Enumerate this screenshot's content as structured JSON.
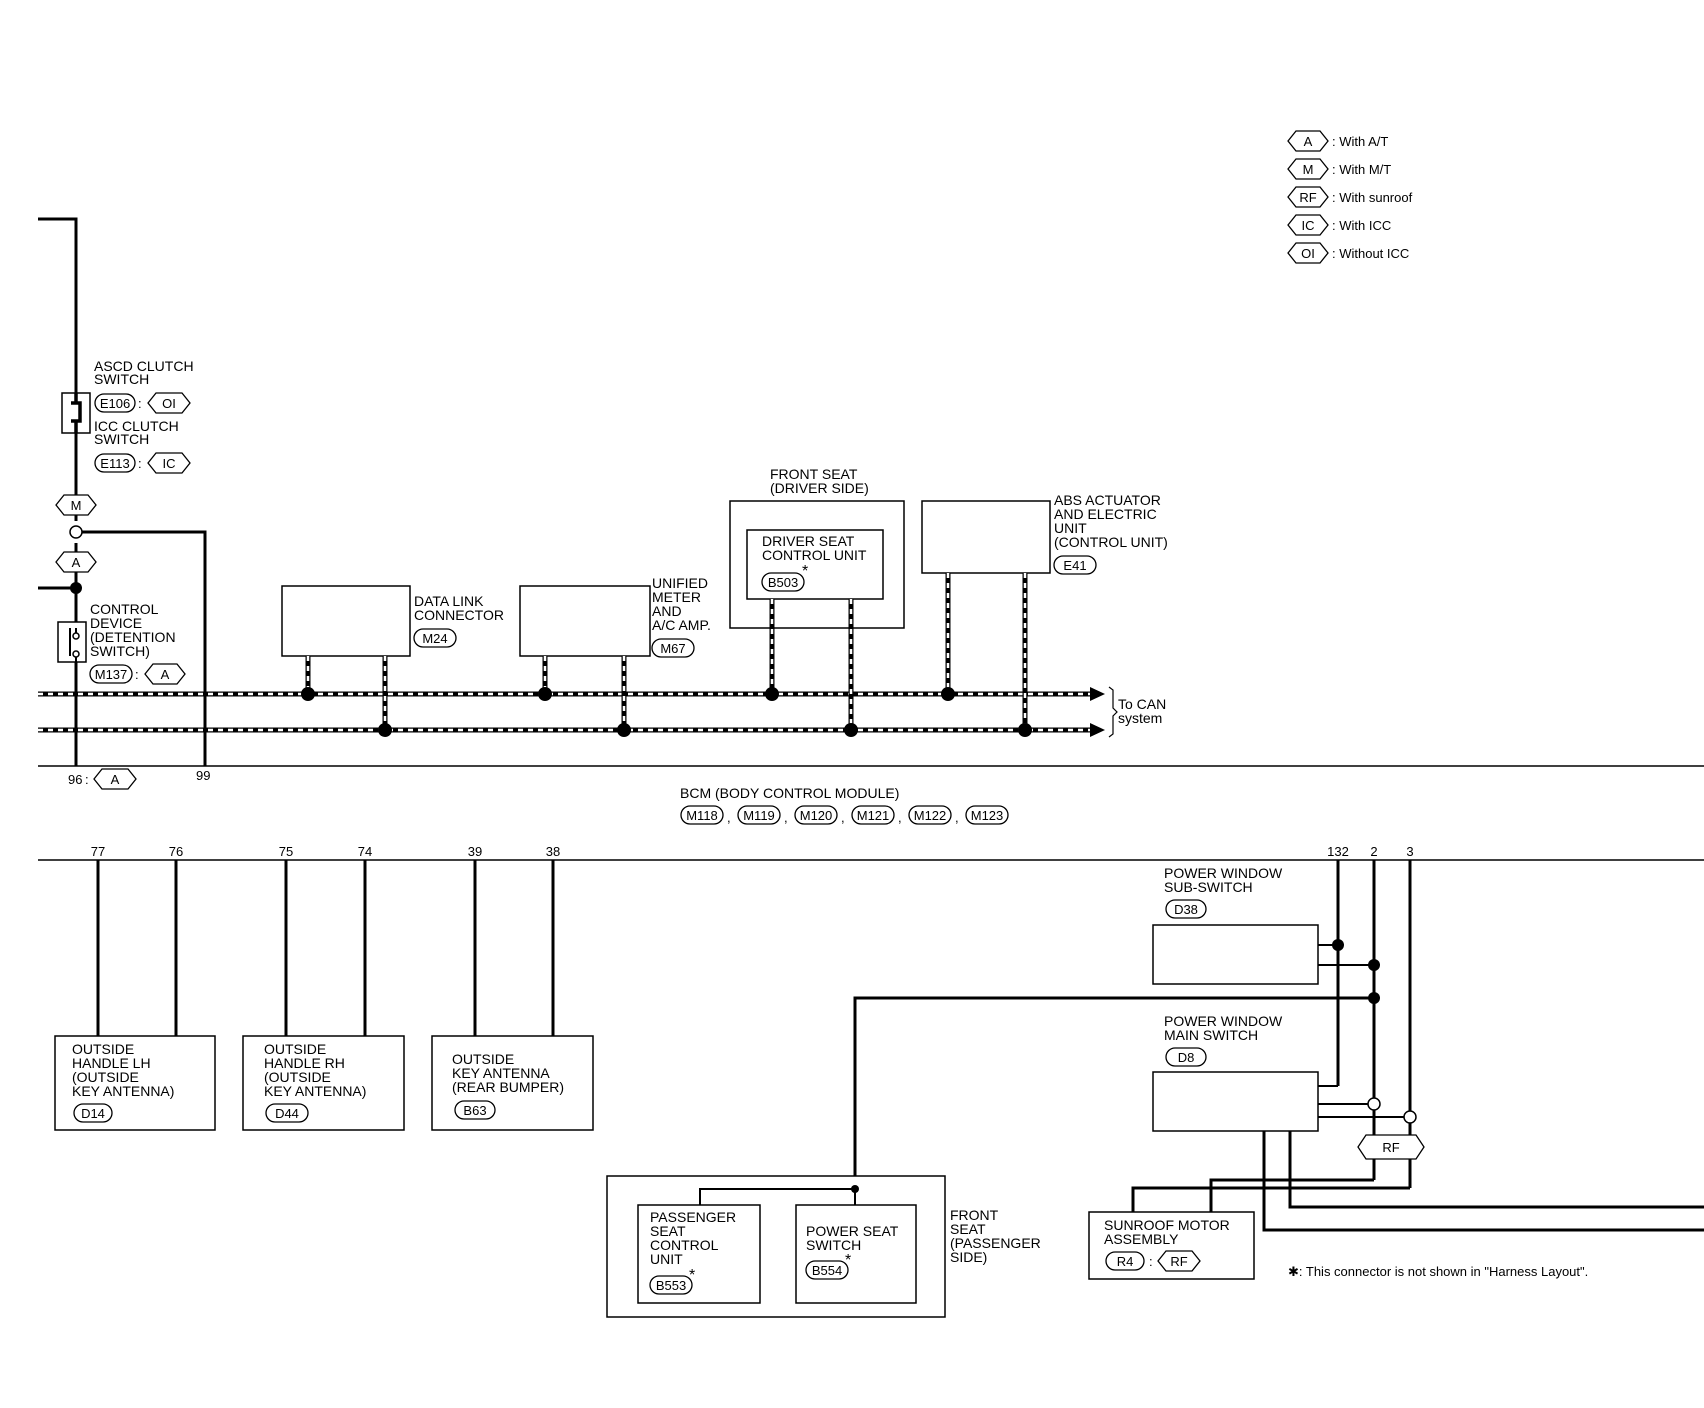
{
  "legend": [
    {
      "code": "A",
      "text": ": With A/T"
    },
    {
      "code": "M",
      "text": ": With M/T"
    },
    {
      "code": "RF",
      "text": ": With sunroof"
    },
    {
      "code": "IC",
      "text": ": With ICC"
    },
    {
      "code": "OI",
      "text": ": Without ICC"
    }
  ],
  "ascd_clutch": {
    "line1": "ASCD CLUTCH",
    "line2": "SWITCH",
    "conn": "E106",
    "cond": "OI"
  },
  "icc_clutch": {
    "line1": "ICC CLUTCH",
    "line2": "SWITCH",
    "conn": "E113",
    "cond": "IC"
  },
  "control_device": {
    "lines": [
      "CONTROL",
      "DEVICE",
      "(DETENTION",
      " SWITCH)"
    ],
    "conn": "M137",
    "cond": "A"
  },
  "marker_m": "M",
  "marker_a": "A",
  "pin96": "96",
  "pin96_cond": "A",
  "pin99": "99",
  "data_link": {
    "lines": [
      "DATA LINK",
      "CONNECTOR"
    ],
    "conn": "M24"
  },
  "unified_meter": {
    "lines": [
      "UNIFIED",
      "METER",
      "AND",
      "A/C AMP."
    ],
    "conn": "M67"
  },
  "front_seat_driver": {
    "lines": [
      "FRONT SEAT",
      "(DRIVER SIDE)"
    ]
  },
  "driver_seat_cu": {
    "lines": [
      "DRIVER SEAT",
      "CONTROL UNIT"
    ],
    "conn": "B503",
    "star": "*"
  },
  "abs": {
    "lines": [
      "ABS ACTUATOR",
      "AND ELECTRIC",
      "UNIT",
      "(CONTROL UNIT)"
    ],
    "conn": "E41"
  },
  "to_can": {
    "line1": "To CAN",
    "line2": "system"
  },
  "bcm": {
    "title": "BCM (BODY CONTROL MODULE)",
    "conns": [
      "M118",
      "M119",
      "M120",
      "M121",
      "M122",
      "M123"
    ],
    "sep": ","
  },
  "bcm_pins": [
    "77",
    "76",
    "75",
    "74",
    "39",
    "38",
    "132",
    "2",
    "3"
  ],
  "outside_lh": {
    "lines": [
      "OUTSIDE",
      "HANDLE LH",
      "(OUTSIDE",
      " KEY ANTENNA)"
    ],
    "conn": "D14"
  },
  "outside_rh": {
    "lines": [
      "OUTSIDE",
      "HANDLE RH",
      "(OUTSIDE",
      " KEY ANTENNA)"
    ],
    "conn": "D44"
  },
  "outside_rear": {
    "lines": [
      "OUTSIDE",
      "KEY ANTENNA",
      "(REAR BUMPER)"
    ],
    "conn": "B63"
  },
  "pw_sub": {
    "lines": [
      "POWER WINDOW",
      "SUB-SWITCH"
    ],
    "conn": "D38"
  },
  "pw_main": {
    "lines": [
      "POWER WINDOW",
      "MAIN SWITCH"
    ],
    "conn": "D8"
  },
  "rf_marker": "RF",
  "front_seat_pass": {
    "lines": [
      "FRONT",
      "SEAT",
      "(PASSENGER",
      " SIDE)"
    ]
  },
  "pass_seat_cu": {
    "lines": [
      "PASSENGER",
      "SEAT",
      "CONTROL",
      "UNIT"
    ],
    "conn": "B553",
    "star": "*"
  },
  "power_seat_sw": {
    "lines": [
      "POWER SEAT",
      "SWITCH"
    ],
    "conn": "B554",
    "star": "*"
  },
  "sunroof": {
    "lines": [
      "SUNROOF MOTOR",
      "ASSEMBLY"
    ],
    "conn": "R4",
    "cond": "RF"
  },
  "colon": ":",
  "footnote": "✱: This connector is not shown in \"Harness Layout\"."
}
